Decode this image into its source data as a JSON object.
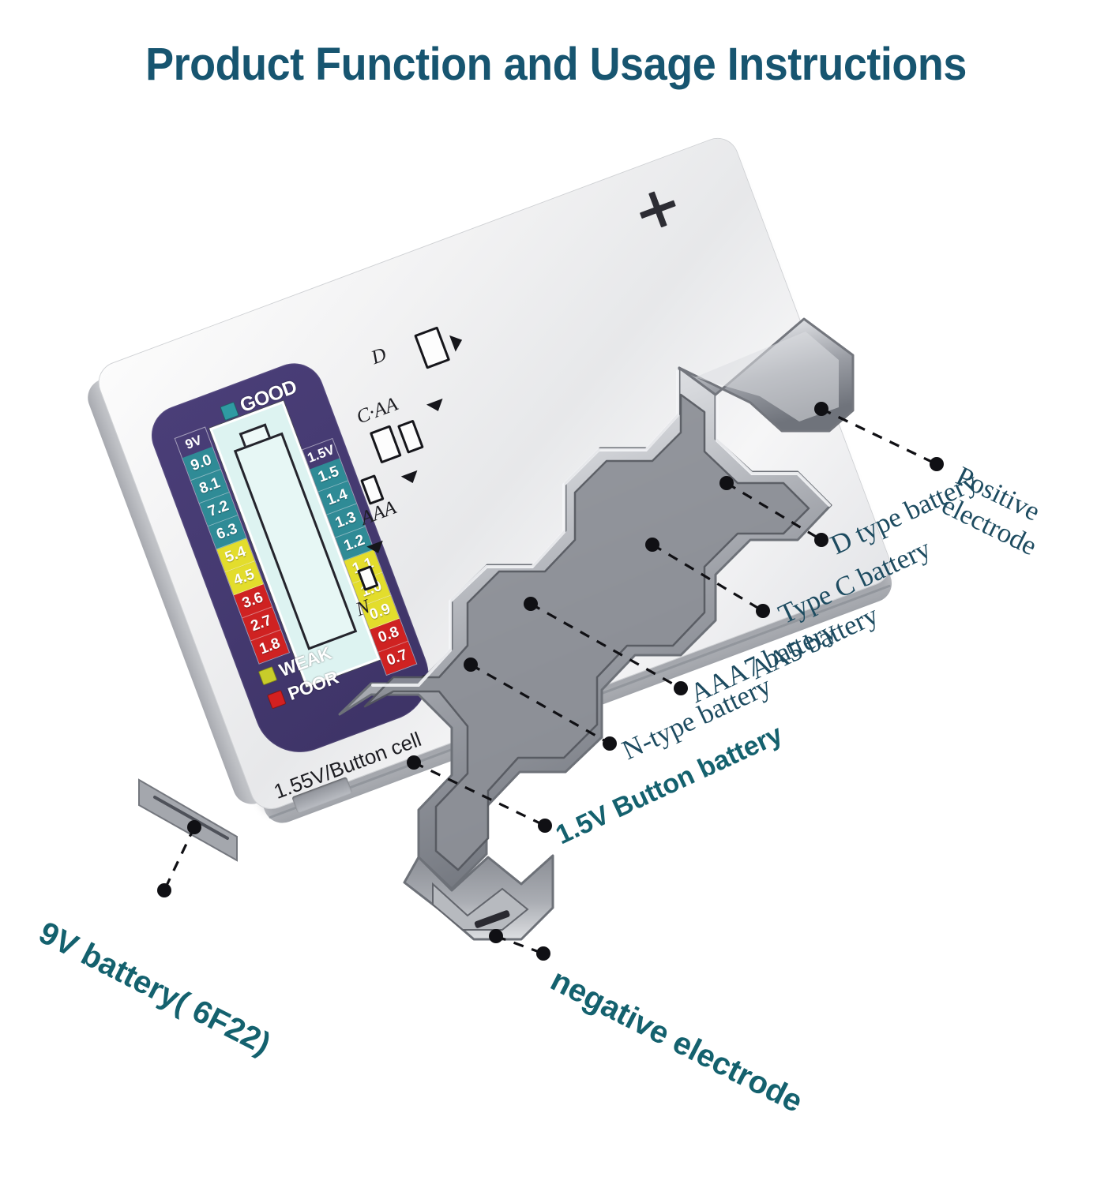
{
  "page": {
    "title": "Product Function and Usage Instructions",
    "title_color": "#175570",
    "background": "#ffffff"
  },
  "device": {
    "body_color": "#f1f2f4",
    "panel_color": "#453a71",
    "lcd_color": "#ddf3f1",
    "body_labels": {
      "button_cell": "1.55V/Button cell",
      "plus": "+",
      "d": "D",
      "c_aa": "C·AA",
      "aaa": "AAA",
      "n": "N"
    },
    "display": {
      "good_label": "GOOD",
      "good_color": "#2f9aa2",
      "weak_label": "WEAK",
      "weak_color": "#c8cc2a",
      "poor_label": "POOR",
      "poor_color": "#d32020",
      "scale_9v": {
        "header": "9V",
        "good": [
          "9.0",
          "8.1",
          "7.2",
          "6.3"
        ],
        "weak": [
          "5.4",
          "4.5"
        ],
        "poor": [
          "3.6",
          "2.7",
          "1.8"
        ]
      },
      "scale_15v": {
        "header": "1.5V",
        "good": [
          "1.5",
          "1.4",
          "1.3",
          "1.2"
        ],
        "weak": [
          "1.1",
          "1.0",
          "0.9"
        ],
        "poor": [
          "0.8",
          "0.7"
        ]
      }
    }
  },
  "callouts": {
    "positive_electrode": "Positive\nelectrode",
    "d_type": "D type battery",
    "type_c": "Type C battery",
    "aa5": "AA5 battery",
    "aaa7": "AAA7 battery",
    "n_type": "N-type battery",
    "button_15v": "1.5V Button battery",
    "negative_electrode": "negative electrode",
    "nine_volt": "9V battery( 6F22)"
  }
}
